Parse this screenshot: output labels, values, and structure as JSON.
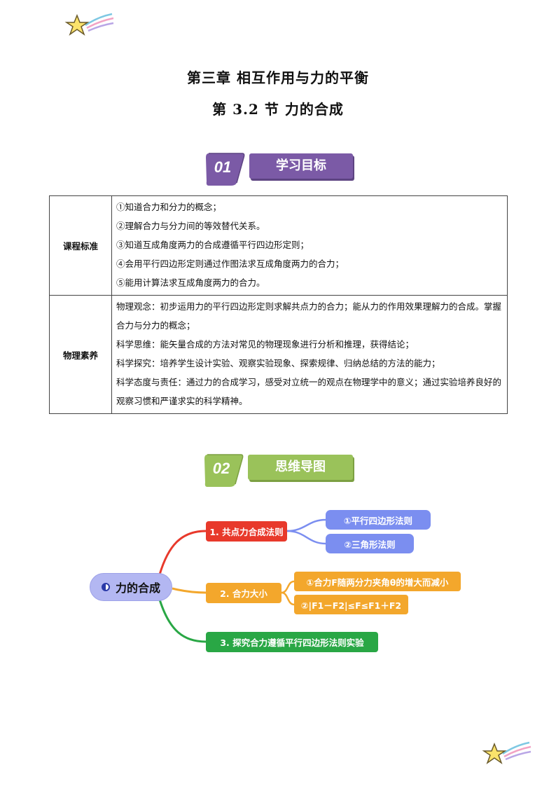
{
  "colors": {
    "purple": "#7b5aa6",
    "green_badge": "#9ac25a",
    "red": "#e8392b",
    "orange": "#f3a72c",
    "green": "#29a745",
    "blue": "#7b8ef0",
    "root": "#b3b7f2"
  },
  "header": {
    "chapter_title": "第三章 相互作用与力的平衡",
    "section_title": "第 3.2 节 力的合成"
  },
  "section1": {
    "number": "01",
    "label": "学习目标"
  },
  "section2": {
    "number": "02",
    "label": "思维导图"
  },
  "goals_table": {
    "rows": [
      {
        "header": "课程标准",
        "lines": [
          "①知道合力和分力的概念；",
          "②理解合力与分力间的等效替代关系。",
          "③知道互成角度两力的合成遵循平行四边形定则；",
          "④会用平行四边形定则通过作图法求互成角度两力的合力；",
          "⑤能用计算法求互成角度两力的合力。"
        ]
      },
      {
        "header": "物理素养",
        "lines": [
          "物理观念：初步运用力的平行四边形定则求解共点力的合力；能从力的作用效果理解力的合成。掌握合力与分力的概念；",
          "科学思维：能矢量合成的方法对常见的物理现象进行分析和推理，获得结论；",
          "科学探究：培养学生设计实验、观察实验现象、探索规律、归纳总结的方法的能力；",
          "科学态度与责任：通过力的合成学习，感受对立统一的观点在物理学中的意义；通过实验培养良好的观察习惯和严谨求实的科学精神。"
        ]
      }
    ]
  },
  "mindmap": {
    "root": "力的合成",
    "branch1": {
      "label": "1. 共点力合成法则",
      "children": [
        "①平行四边形法则",
        "②三角形法则"
      ]
    },
    "branch2": {
      "label": "2. 合力大小",
      "children": [
        "①合力F随两分力夹角θ的增大而减小",
        "②|F1－F2|≤F≤F1＋F2"
      ]
    },
    "branch3": {
      "label": "3. 探究合力遵循平行四边形法则实验"
    }
  }
}
